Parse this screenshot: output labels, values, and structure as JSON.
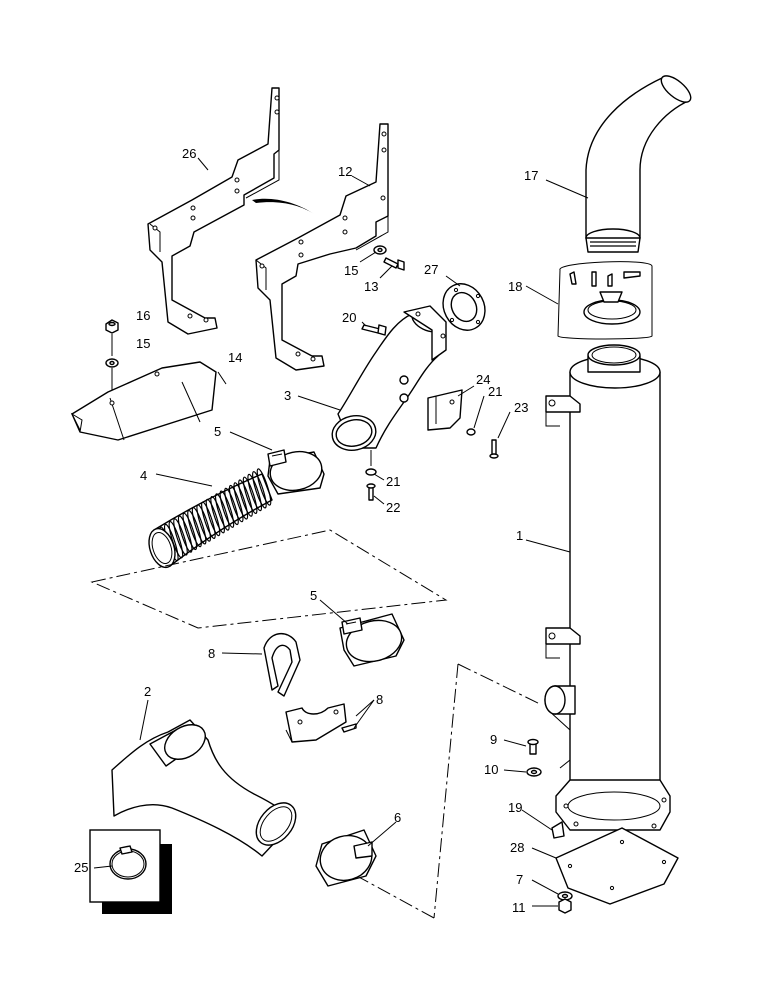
{
  "diagram": {
    "callouts": [
      {
        "id": "c26",
        "label": "26"
      },
      {
        "id": "c12",
        "label": "12"
      },
      {
        "id": "c17",
        "label": "17"
      },
      {
        "id": "c15a",
        "label": "15"
      },
      {
        "id": "c13",
        "label": "13"
      },
      {
        "id": "c27",
        "label": "27"
      },
      {
        "id": "c18",
        "label": "18"
      },
      {
        "id": "c16",
        "label": "16"
      },
      {
        "id": "c15b",
        "label": "15"
      },
      {
        "id": "c20",
        "label": "20"
      },
      {
        "id": "c14",
        "label": "14"
      },
      {
        "id": "c3",
        "label": "3"
      },
      {
        "id": "c24",
        "label": "24"
      },
      {
        "id": "c21a",
        "label": "21"
      },
      {
        "id": "c23",
        "label": "23"
      },
      {
        "id": "c5a",
        "label": "5"
      },
      {
        "id": "c21b",
        "label": "21"
      },
      {
        "id": "c4",
        "label": "4"
      },
      {
        "id": "c22",
        "label": "22"
      },
      {
        "id": "c1",
        "label": "1"
      },
      {
        "id": "c5b",
        "label": "5"
      },
      {
        "id": "c8a",
        "label": "8"
      },
      {
        "id": "c8b",
        "label": "8"
      },
      {
        "id": "c2",
        "label": "2"
      },
      {
        "id": "c9",
        "label": "9"
      },
      {
        "id": "c10",
        "label": "10"
      },
      {
        "id": "c6",
        "label": "6"
      },
      {
        "id": "c19",
        "label": "19"
      },
      {
        "id": "c25",
        "label": "25"
      },
      {
        "id": "c28",
        "label": "28"
      },
      {
        "id": "c7",
        "label": "7"
      },
      {
        "id": "c11",
        "label": "11"
      }
    ]
  }
}
